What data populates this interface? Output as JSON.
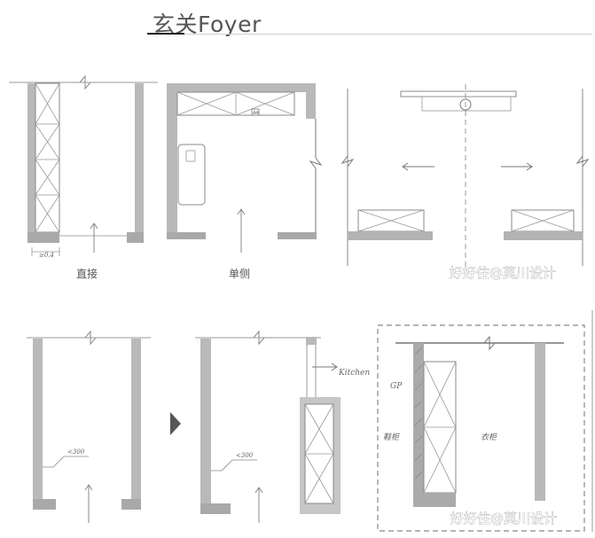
{
  "header": {
    "title": "玄关Foyer"
  },
  "diagrams": {
    "direct": {
      "label": "直接",
      "dim_note": "≥0.4"
    },
    "single_side": {
      "label": "单侧",
      "tag": "A4"
    },
    "bottom_left": {
      "dim_note": "<300"
    },
    "bottom_mid": {
      "dim_note": "<300",
      "kitchen_note": "Kitchen"
    },
    "bottom_right": {
      "note_gp": "GP",
      "note_shoe": "鞋柜",
      "note_clothes": "衣柜"
    }
  },
  "watermarks": {
    "top": "好好住@莫川设计",
    "bottom": "好好住@莫川设计"
  }
}
